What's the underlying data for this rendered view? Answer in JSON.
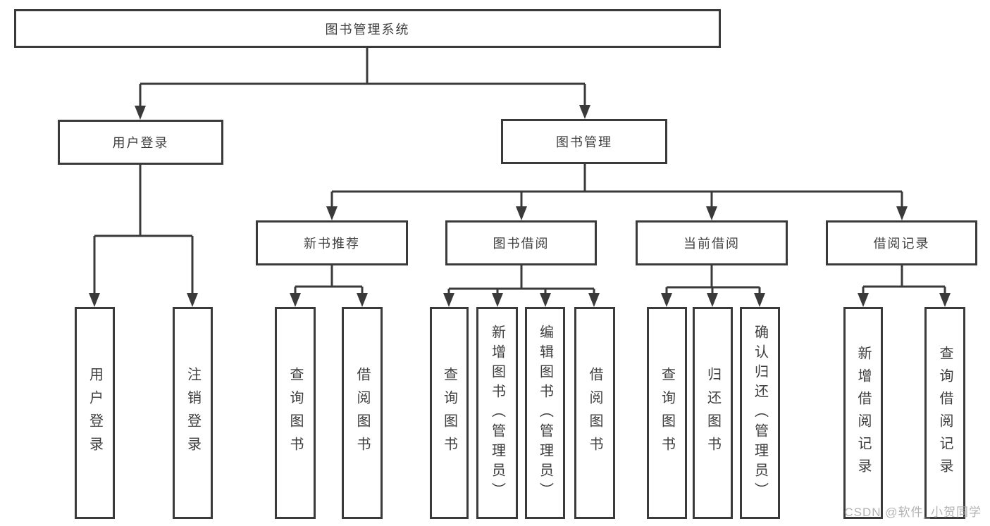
{
  "diagram": {
    "root": {
      "label": "图书管理系统"
    },
    "user_login": {
      "label": "用户登录",
      "children": {
        "login": {
          "label": "用户登录"
        },
        "logout": {
          "label": "注销登录"
        }
      }
    },
    "book_mgmt": {
      "label": "图书管理",
      "groups": {
        "new_book_rec": {
          "label": "新书推荐",
          "children": {
            "query": {
              "label": "查询图书"
            },
            "borrow": {
              "label": "借阅图书"
            }
          }
        },
        "book_borrow": {
          "label": "图书借阅",
          "children": {
            "query": {
              "label": "查询图书"
            },
            "add": {
              "label": "新增图书（管理员）"
            },
            "edit": {
              "label": "编辑图书（管理员）"
            },
            "borrow": {
              "label": "借阅图书"
            }
          }
        },
        "current_borrow": {
          "label": "当前借阅",
          "children": {
            "query": {
              "label": "查询图书"
            },
            "return": {
              "label": "归还图书"
            },
            "confirm": {
              "label": "确认归还（管理员）"
            }
          }
        },
        "borrow_records": {
          "label": "借阅记录",
          "children": {
            "add": {
              "label": "新增借阅记录"
            },
            "query": {
              "label": "查询借阅记录"
            }
          }
        }
      }
    }
  },
  "watermark": {
    "text": "CSDN @软件_小贺同学"
  },
  "colors": {
    "line": "#3a3a3a",
    "text": "#3e3e3e",
    "watermark": "#ababab"
  }
}
